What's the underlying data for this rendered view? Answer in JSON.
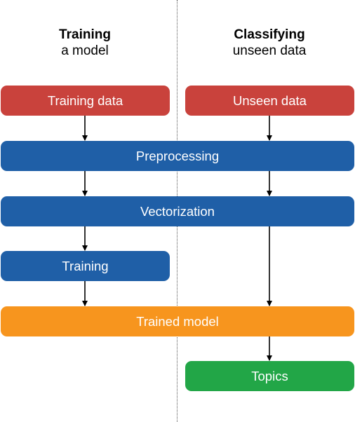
{
  "columns": {
    "left": {
      "title": "Training",
      "subtitle": "a model"
    },
    "right": {
      "title": "Classifying",
      "subtitle": "unseen data"
    }
  },
  "boxes": {
    "training_data": "Training data",
    "unseen_data": "Unseen data",
    "preprocessing": "Preprocessing",
    "vectorization": "Vectorization",
    "training": "Training",
    "trained_model": "Trained model",
    "topics": "Topics"
  },
  "colors": {
    "input": "#c9423c",
    "process": "#1f5fa7",
    "model": "#f7951e",
    "output": "#22a647"
  }
}
